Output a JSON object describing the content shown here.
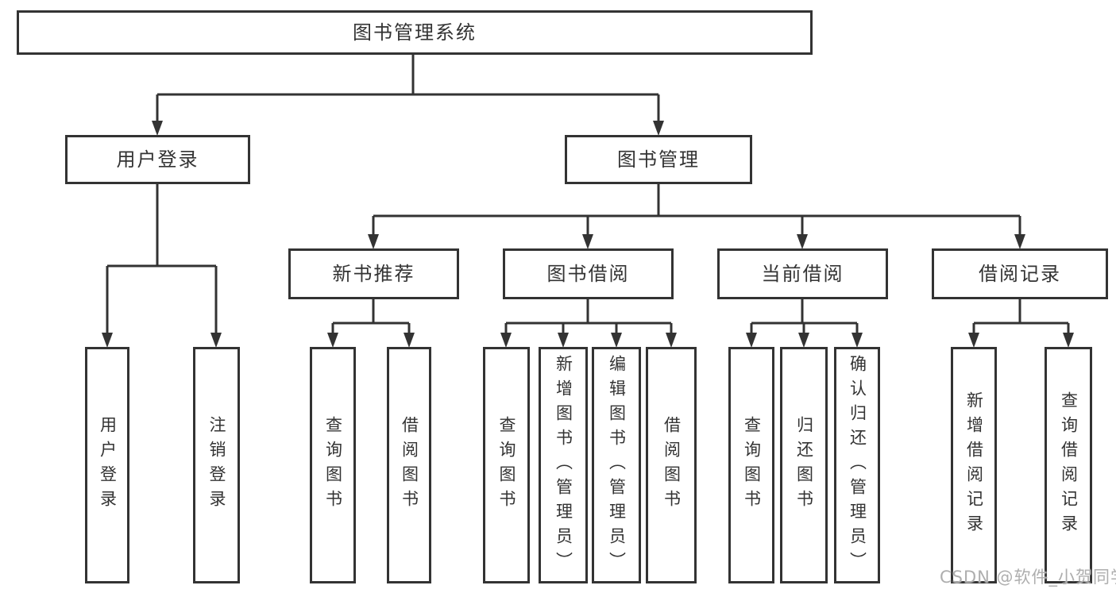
{
  "tree": {
    "root": "图书管理系统",
    "branches": [
      {
        "label": "用户登录",
        "children": [
          "用户登录",
          "注销登录"
        ]
      },
      {
        "label": "图书管理",
        "children": [
          {
            "label": "新书推荐",
            "children": [
              "查询图书",
              "借阅图书"
            ]
          },
          {
            "label": "图书借阅",
            "children": [
              "查询图书",
              "新增图书（管理员）",
              "编辑图书（管理员）",
              "借阅图书"
            ]
          },
          {
            "label": "当前借阅",
            "children": [
              "查询图书",
              "归还图书",
              "确认归还（管理员）"
            ]
          },
          {
            "label": "借阅记录",
            "children": [
              "新增借阅记录",
              "查询借阅记录"
            ]
          }
        ]
      }
    ]
  },
  "watermark": "CSDN @软件_小贺同学",
  "colors": {
    "line": "#333333",
    "text": "#333333",
    "background": "#ffffff",
    "watermark": "#aeaeae"
  }
}
